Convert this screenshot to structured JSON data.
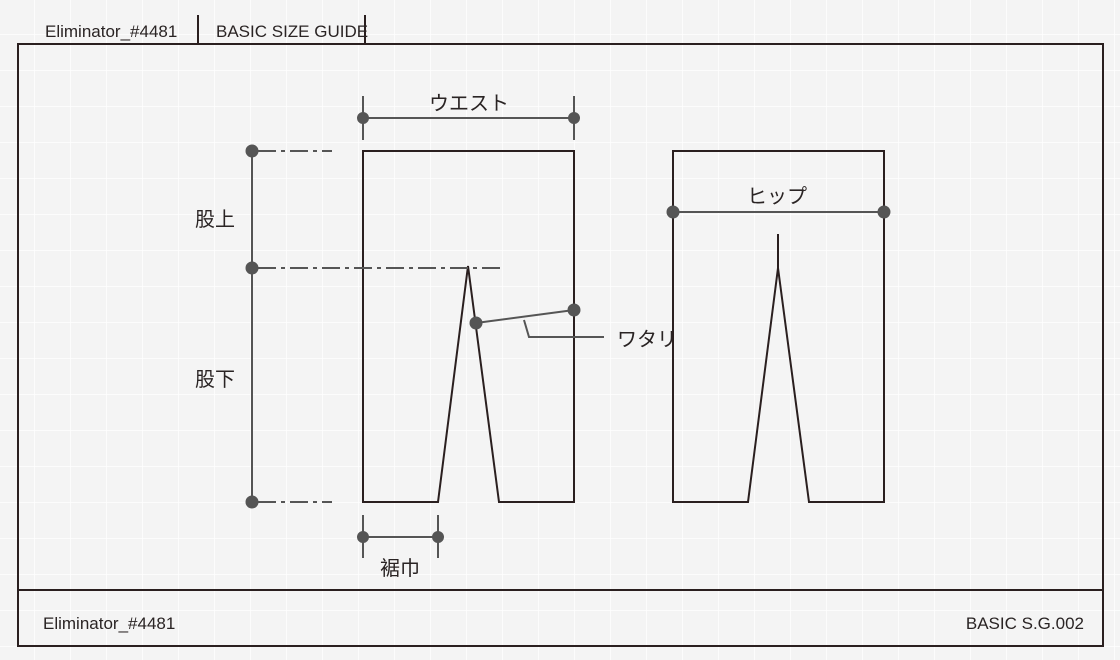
{
  "header": {
    "model": "Eliminator_#4481",
    "title": "BASIC SIZE GUIDE"
  },
  "footer": {
    "model": "Eliminator_#4481",
    "code": "BASIC S.G.002"
  },
  "labels": {
    "waist": "ウエスト",
    "rise": "股上",
    "inseam": "股下",
    "thigh": "ワタリ",
    "hem": "裾巾",
    "hip": "ヒップ"
  },
  "colors": {
    "frame": "#2a1f1f",
    "dimension": "#555555",
    "background": "#f4f4f4"
  }
}
